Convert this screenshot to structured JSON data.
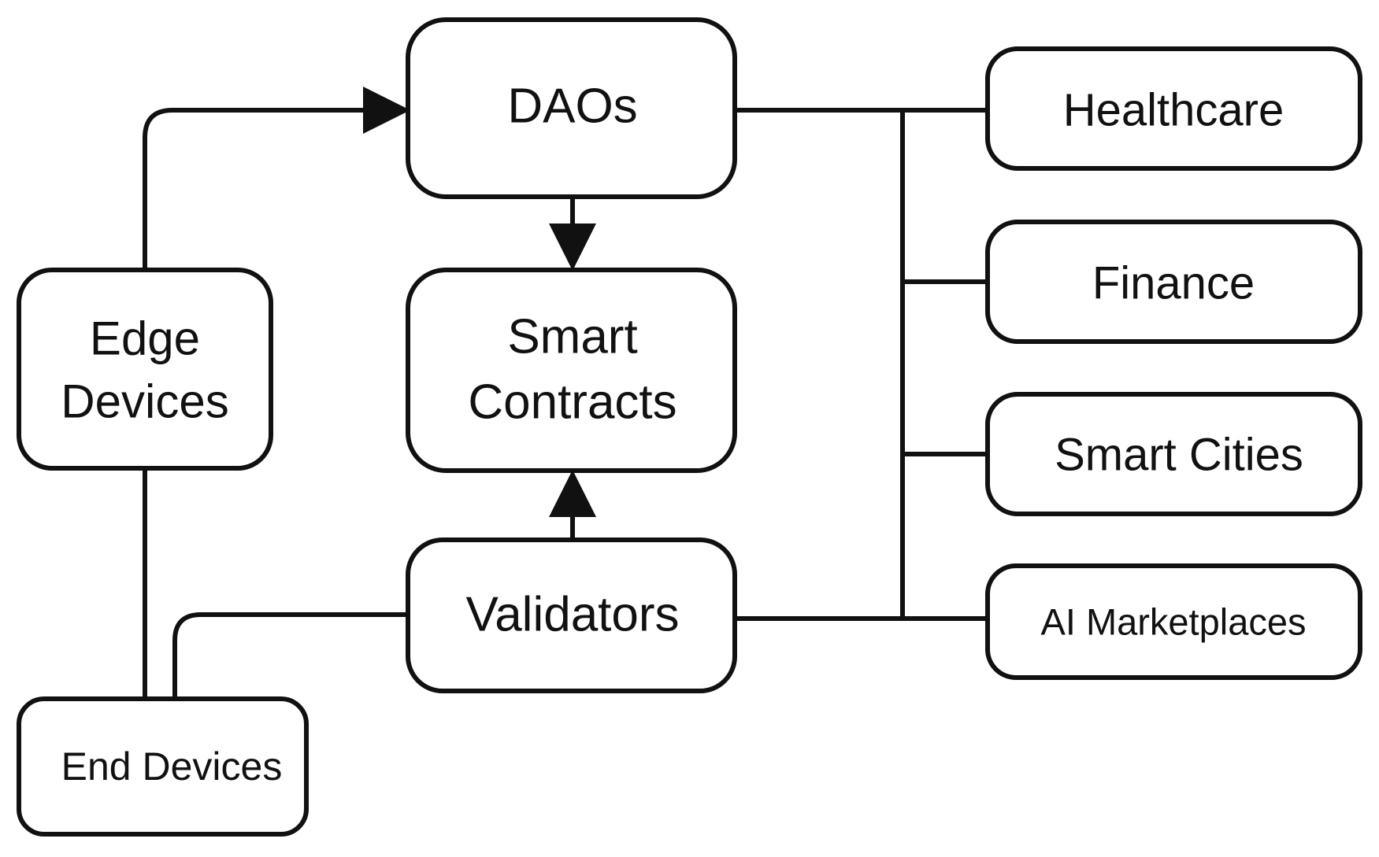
{
  "diagram": {
    "nodes": {
      "daos": {
        "label": "DAOs"
      },
      "edge_devices": {
        "line1": "Edge",
        "line2": "Devices"
      },
      "smart_contracts": {
        "line1": "Smart",
        "line2": "Contracts"
      },
      "validators": {
        "label": "Validators"
      },
      "end_devices": {
        "label": "End Devices"
      },
      "healthcare": {
        "label": "Healthcare"
      },
      "finance": {
        "label": "Finance"
      },
      "smart_cities": {
        "label": "Smart Cities"
      },
      "ai_marketplaces": {
        "label": "AI Marketplaces"
      }
    },
    "edges": [
      {
        "from": "Edge Devices",
        "to": "DAOs",
        "arrow": true
      },
      {
        "from": "DAOs",
        "to": "Smart Contracts",
        "arrow": true
      },
      {
        "from": "Validators",
        "to": "Smart Contracts",
        "arrow": true
      },
      {
        "from": "Edge Devices",
        "to": "End Devices",
        "arrow": false
      },
      {
        "from": "Validators",
        "to": "End Devices",
        "arrow": false
      },
      {
        "from": "DAOs",
        "to": "Healthcare",
        "arrow": false
      },
      {
        "from": "Bus",
        "to": "Finance",
        "arrow": false
      },
      {
        "from": "Bus",
        "to": "Smart Cities",
        "arrow": false
      },
      {
        "from": "Validators",
        "to": "AI Marketplaces",
        "arrow": false
      }
    ],
    "colors": {
      "stroke": "#111111",
      "fill": "#ffffff",
      "text": "#111111"
    }
  }
}
